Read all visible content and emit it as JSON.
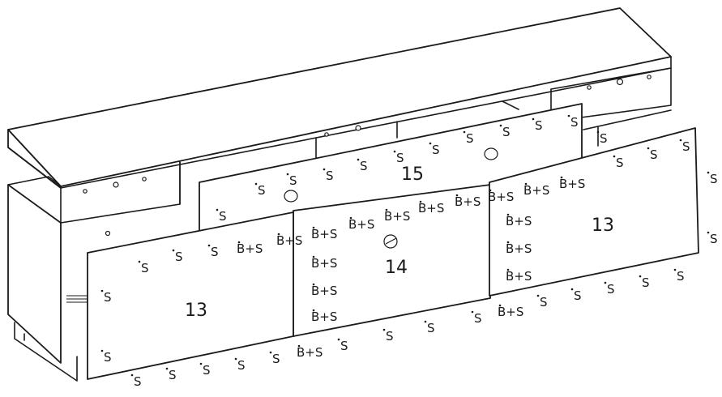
{
  "panels": {
    "back_top": "15",
    "middle": "14",
    "left": "13",
    "right": "13"
  },
  "markers": {
    "screw": "S",
    "bracket_screw": "B+S"
  }
}
